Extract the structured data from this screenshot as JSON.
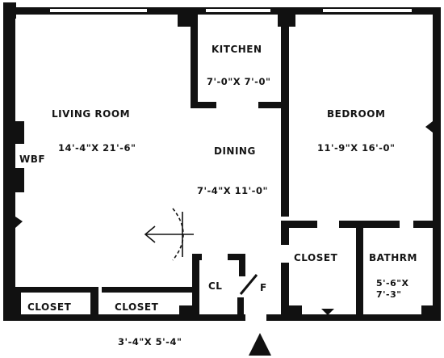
{
  "colors": {
    "wall": "#111111",
    "paper": "#ffffff",
    "text": "#141414"
  },
  "rooms": {
    "kitchen": {
      "name": "KITCHEN",
      "dims": "7'-0\"X 7'-0\""
    },
    "living_room": {
      "name": "LIVING ROOM",
      "dims": "14'-4\"X 21'-6\""
    },
    "dining": {
      "name": "DINING",
      "dims": "7'-4\"X 11'-0\""
    },
    "bedroom": {
      "name": "BEDROOM",
      "dims": "11'-9\"X 16'-0\""
    },
    "closet_bedroom": {
      "name": "CLOSET"
    },
    "bathroom": {
      "name": "BATHRM",
      "dims_line1": "5'-6\"X",
      "dims_line2": "7'-3\""
    },
    "closet_left": {
      "name": "CLOSET"
    },
    "closet_mid": {
      "name": "CLOSET"
    },
    "hall_closet": {
      "name": "CL"
    },
    "foyer": {
      "name": "F"
    },
    "foyer_dims": "3'-4\"X 5'-4\""
  },
  "fixtures": {
    "wbf": "WBF"
  },
  "icons": [
    "entry-arrow-icon",
    "door-swing-icon",
    "radiator-icon"
  ]
}
